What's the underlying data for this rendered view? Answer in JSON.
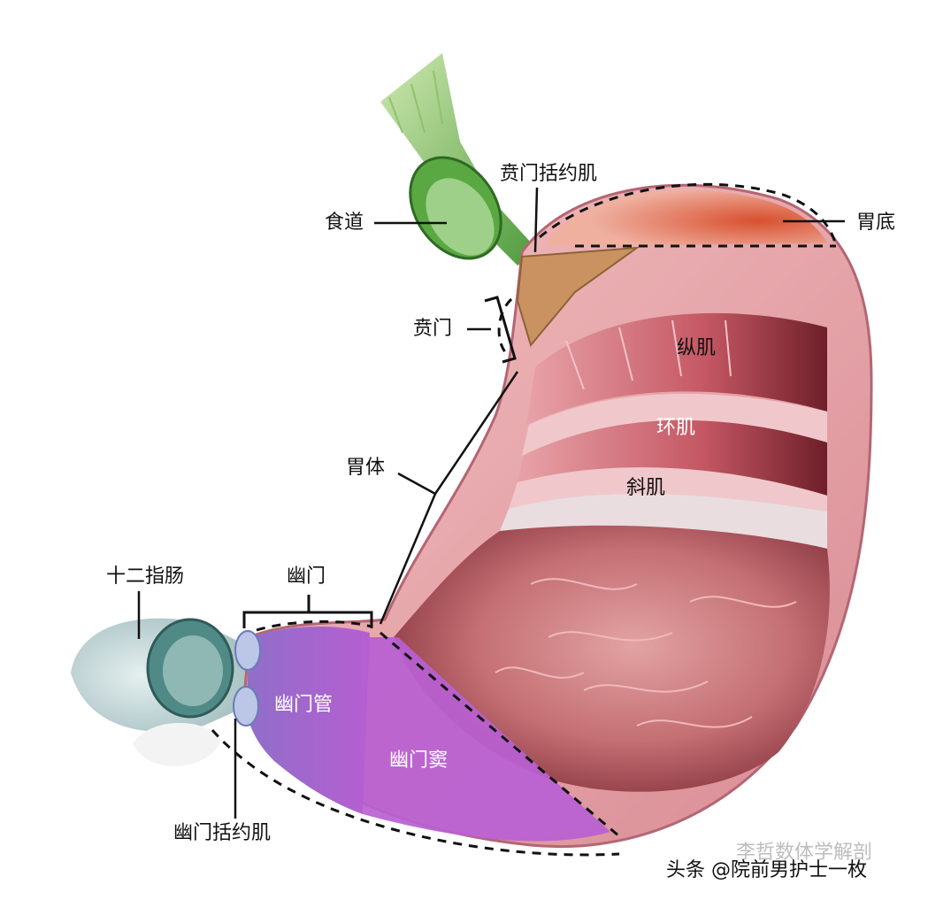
{
  "labels": {
    "cardiac_sphincter": "贲门括约肌",
    "esophagus": "食道",
    "fundus": "胃底",
    "cardia": "贲门",
    "longitudinal_muscle": "纵肌",
    "circular_muscle": "环肌",
    "oblique_muscle": "斜肌",
    "body": "胃体",
    "duodenum": "十二指肠",
    "pylorus": "幽门",
    "pyloric_canal": "幽门管",
    "pyloric_antrum": "幽门窦",
    "pyloric_sphincter": "幽门括约肌"
  },
  "watermark": {
    "faint_text": "李哲数体学解剖",
    "main_text": "头条 @院前男护士一枚"
  }
}
